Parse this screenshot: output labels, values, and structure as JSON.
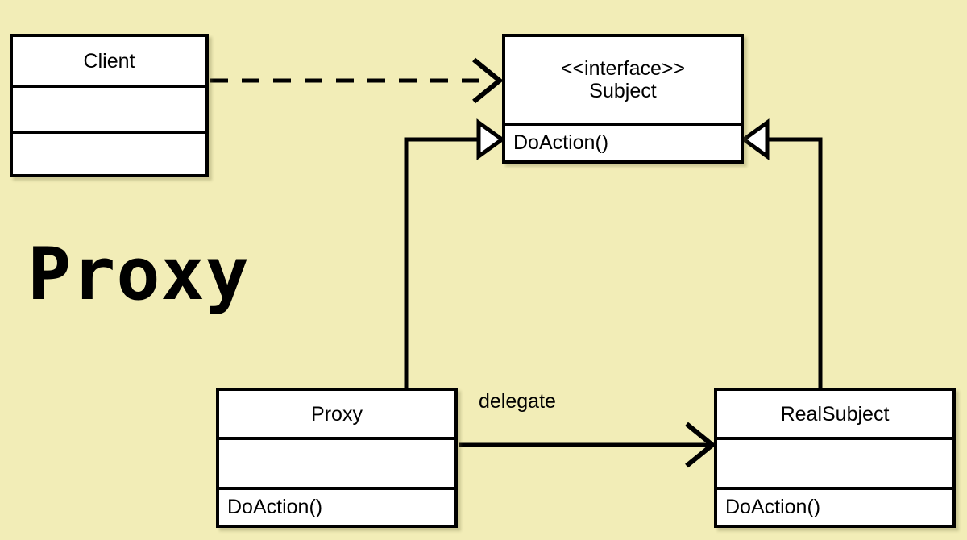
{
  "diagram": {
    "kind": "uml-class-diagram",
    "title": "Proxy",
    "background_color": "#f2edb7",
    "line_color": "#000000",
    "box_fill": "#ffffff"
  },
  "classes": [
    {
      "id": "client",
      "name": "Client",
      "stereotype": "",
      "attributes": "",
      "operations": "",
      "compartments": 3,
      "name_align": "center"
    },
    {
      "id": "subject",
      "name": "Subject",
      "stereotype": "<<interface>>",
      "header": "<<interface>>\nSubject",
      "operations": "DoAction()",
      "compartments": 2,
      "name_align": "center"
    },
    {
      "id": "proxy",
      "name": "Proxy",
      "stereotype": "",
      "attributes": "",
      "operations": "DoAction()",
      "compartments": 3,
      "name_align": "center"
    },
    {
      "id": "realsubject",
      "name": "RealSubject",
      "stereotype": "",
      "attributes": "",
      "operations": "DoAction()",
      "compartments": 3,
      "name_align": "center"
    }
  ],
  "relationships": [
    {
      "id": "client-uses-subject",
      "from": "client",
      "to": "subject",
      "type": "dependency",
      "line_style": "dashed",
      "arrowhead": "open-v",
      "label": ""
    },
    {
      "id": "proxy-realizes-subject",
      "from": "proxy",
      "to": "subject",
      "type": "realization",
      "line_style": "solid",
      "arrowhead": "hollow-triangle",
      "label": ""
    },
    {
      "id": "realsubject-realizes-subject",
      "from": "realsubject",
      "to": "subject",
      "type": "realization",
      "line_style": "solid",
      "arrowhead": "hollow-triangle",
      "label": ""
    },
    {
      "id": "proxy-delegates-realsubject",
      "from": "proxy",
      "to": "realsubject",
      "type": "association",
      "line_style": "solid",
      "arrowhead": "open-v",
      "label": "delegate"
    }
  ],
  "labels": {
    "delegate": "delegate"
  }
}
